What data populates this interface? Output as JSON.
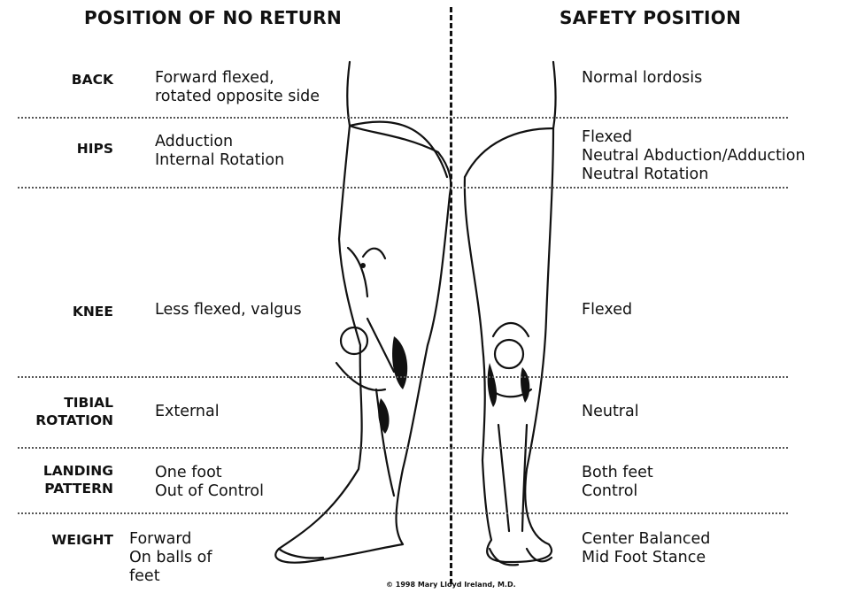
{
  "headers": {
    "left": "POSITION OF NO RETURN",
    "right": "SAFETY POSITION"
  },
  "rows": [
    {
      "category": "BACK",
      "left": "Forward flexed,\nrotated opposite side",
      "right": "Normal lordosis"
    },
    {
      "category": "HIPS",
      "left": "Adduction\nInternal Rotation",
      "right": "Flexed\nNeutral Abduction/Adduction\nNeutral Rotation"
    },
    {
      "category": "KNEE",
      "left": "Less flexed, valgus",
      "right": "Flexed"
    },
    {
      "category": "TIBIAL\nROTATION",
      "left": "External",
      "right": "Neutral"
    },
    {
      "category": "LANDING\nPATTERN",
      "left": "One foot\nOut of Control",
      "right": "Both feet\nControl"
    },
    {
      "category": "WEIGHT",
      "left": "Forward\nOn balls of\nfeet",
      "right": "Center Balanced\nMid Foot Stance"
    }
  ],
  "copyright": "© 1998 Mary Lloyd Ireland, M.D."
}
